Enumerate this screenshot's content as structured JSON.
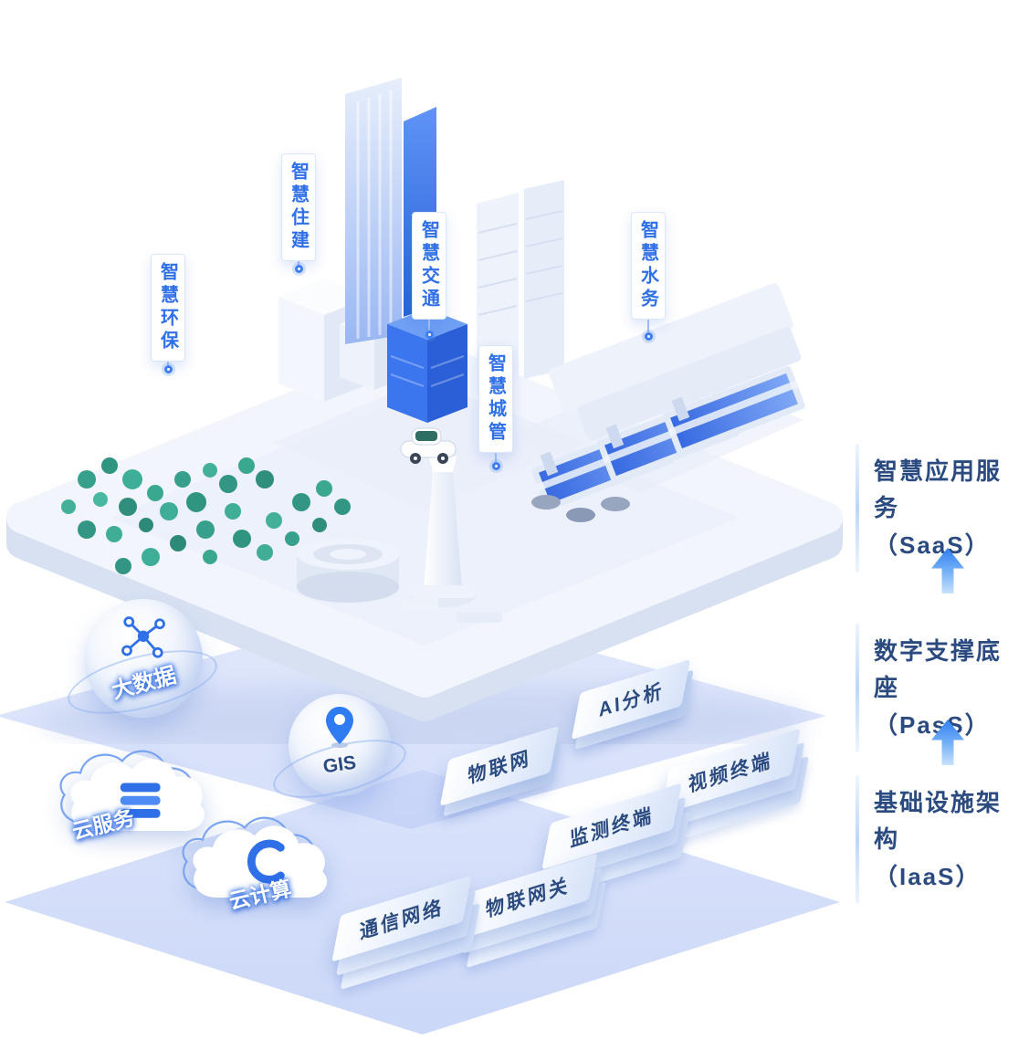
{
  "callouts": [
    {
      "label": "智慧环保"
    },
    {
      "label": "智慧住建"
    },
    {
      "label": "智慧交通"
    },
    {
      "label": "智慧城管"
    },
    {
      "label": "智慧水务"
    }
  ],
  "middle_layer": {
    "big_data": {
      "label": "大数据",
      "icon": "network-icon"
    },
    "gis": {
      "label": "GIS",
      "icon": "location-pin-icon"
    },
    "ai_analysis": {
      "label": "AI分析"
    },
    "iot": {
      "label": "物联网"
    },
    "video_terminal": {
      "label": "视频终端"
    }
  },
  "bottom_layer": {
    "cloud_service": {
      "label": "云服务",
      "icon": "server-stack-icon"
    },
    "cloud_computing": {
      "label": "云计算",
      "icon": "arc-c-icon"
    },
    "comm_network": {
      "label": "通信网络"
    },
    "iot_gateway": {
      "label": "物联网关"
    },
    "monitoring_terminal": {
      "label": "监测终端"
    }
  },
  "right_panels": [
    {
      "title": "智慧应用服务",
      "subtitle": "（SaaS）"
    },
    {
      "title": "数字支撑底座",
      "subtitle": "（PasS）"
    },
    {
      "title": "基础设施架构",
      "subtitle": "（IaaS）"
    }
  ],
  "colors": {
    "accent_blue": "#2f6fe8",
    "panel_text": "#2a4a80",
    "layer_fill": "#c7d4f6",
    "tree_green": "#3aa08c",
    "building_blue": "#3b76ee"
  }
}
